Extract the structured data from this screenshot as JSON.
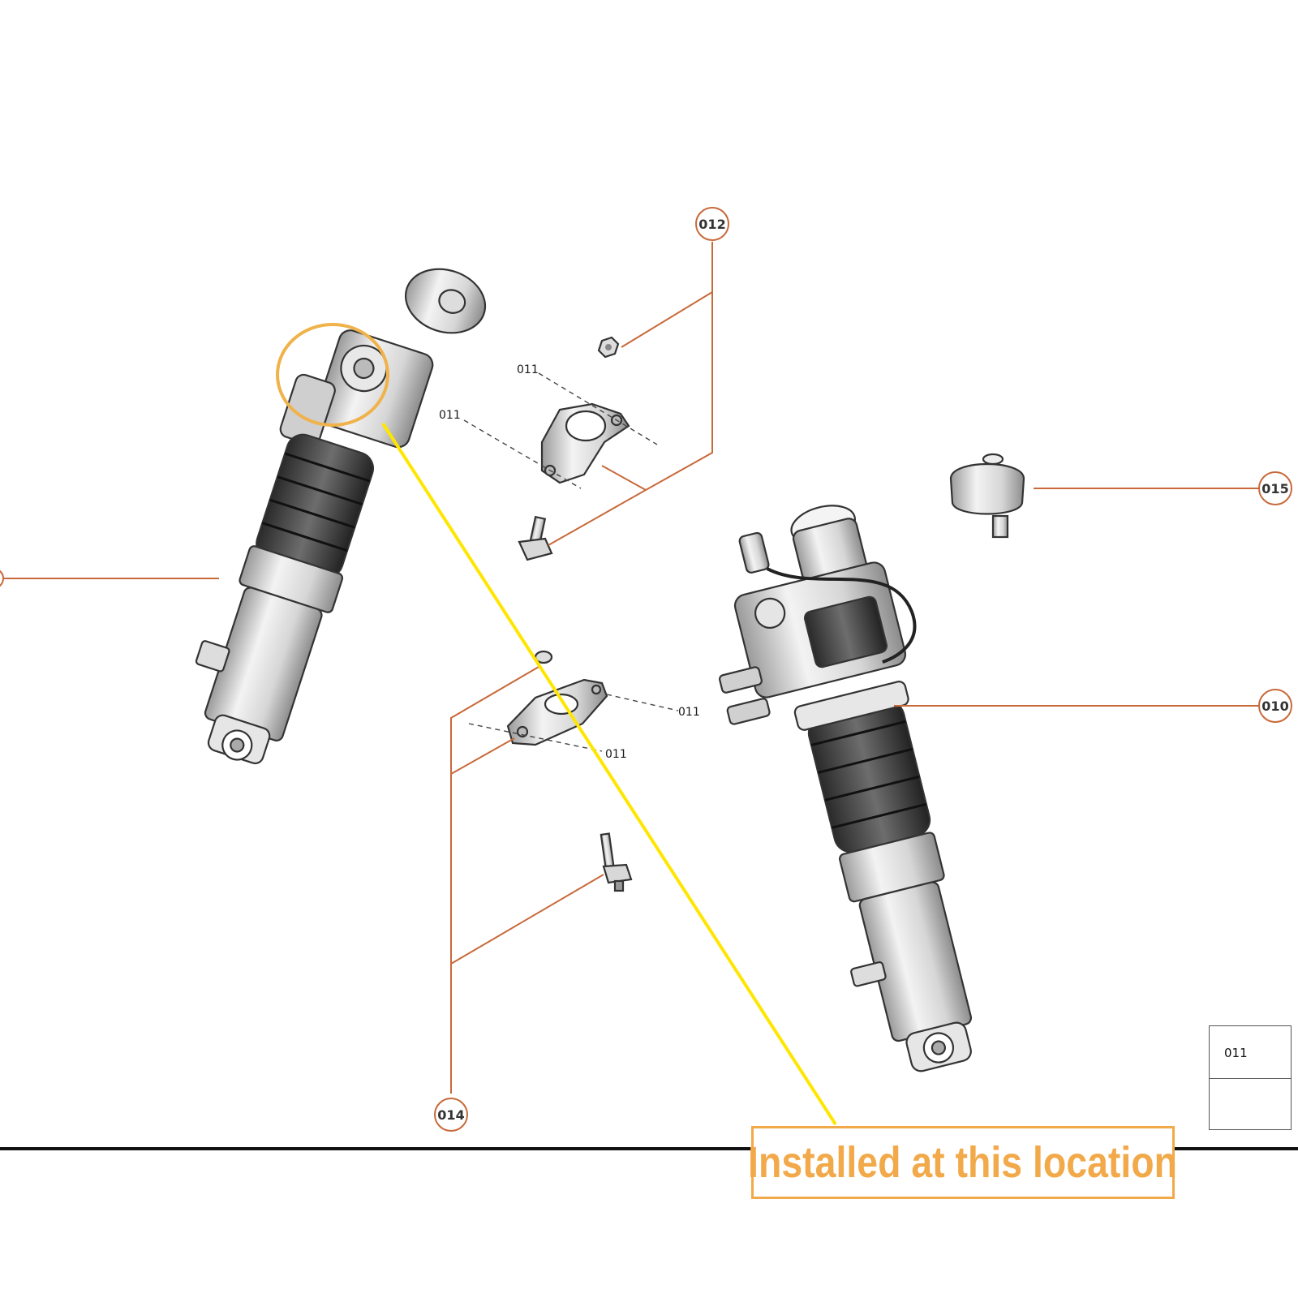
{
  "callouts": {
    "c010": "010",
    "c012": "012",
    "c014": "014",
    "c015": "015"
  },
  "refs": {
    "r011_a": "011",
    "r011_b": "011",
    "r011_c": "011",
    "r011_d": "011"
  },
  "legend": {
    "label": "011"
  },
  "banner": {
    "text": "Installed at this location"
  },
  "colors": {
    "leader": "#c8693a",
    "highlight_circle": "#f0b24a",
    "pointer_line": "#ffe600",
    "banner": "#f2a94a"
  }
}
